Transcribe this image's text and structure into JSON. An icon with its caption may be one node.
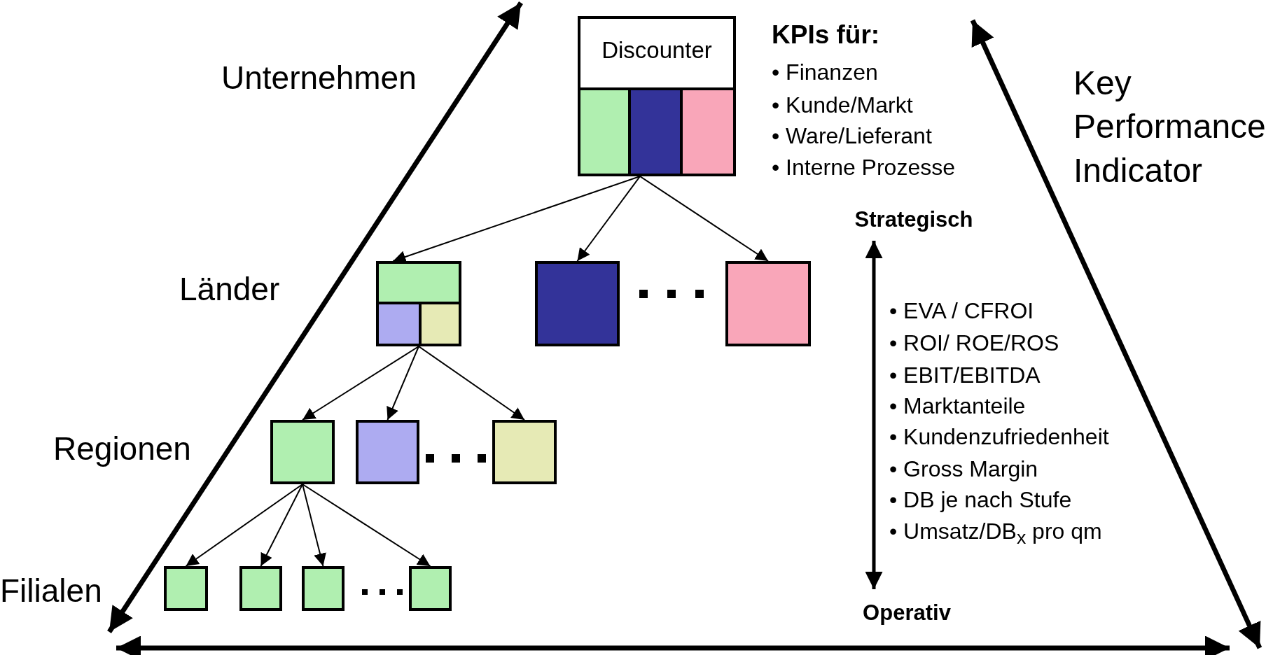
{
  "diagram": {
    "nodes": [
      {
        "text": [
          "Discounter"
        ]
      },
      {
        "text": [],
        "shape": "box",
        "in": 0
      },
      {
        "text": [],
        "shape": "box",
        "in": 0
      },
      {
        "text": [],
        "shape": "box",
        "in": 0
      },
      {
        "text": [],
        "shape": "box"
      },
      {
        "text": [],
        "shape": "box",
        "in": 4
      },
      {
        "text": [],
        "shape": "box",
        "in": 4
      },
      {
        "text": [],
        "shape": "box",
        "in": 4
      },
      {
        "text": [],
        "shape": "box"
      },
      {
        "text": [],
        "shape": "box"
      },
      {
        "text": [],
        "shape": "box"
      },
      {
        "text": [],
        "shape": "box"
      },
      {
        "text": [],
        "shape": "box"
      },
      {
        "text": [],
        "shape": "box"
      },
      {
        "text": [],
        "shape": "box"
      },
      {
        "text": [],
        "shape": "box"
      },
      {
        "text": [],
        "shape": "box"
      },
      {
        "text": [
          "Strategisch"
        ]
      },
      {
        "text": [
          "Operativ"
        ]
      }
    ],
    "edges": [
      {
        "from": 0,
        "to": 4,
        "arrow": "to"
      },
      {
        "from": 0,
        "to": 8,
        "arrow": "to"
      },
      {
        "from": 0,
        "to": 9,
        "arrow": "to"
      },
      {
        "from": 4,
        "to": 10,
        "arrow": "to"
      },
      {
        "from": 4,
        "to": 11,
        "arrow": "to"
      },
      {
        "from": 4,
        "to": 12,
        "arrow": "to"
      },
      {
        "from": 10,
        "to": 13,
        "arrow": "to"
      },
      {
        "from": 10,
        "to": 14,
        "arrow": "to"
      },
      {
        "from": 10,
        "to": 15,
        "arrow": "to"
      },
      {
        "from": 10,
        "to": 16,
        "arrow": "to"
      },
      {
        "from": 17,
        "to": 18,
        "arrow": "both",
        "style": "thick"
      }
    ],
    "labels": [
      "Unternehmen",
      "KPIs für:",
      "• Finanzen",
      "• Kunde/Markt",
      "• Ware/Lieferant",
      "• Interne Prozesse",
      "Key Performance Indicator",
      "Länder",
      "• EVA / CFROI",
      "• ROI/ ROE/ROS",
      "• EBIT/EBITDA",
      "• Marktanteile",
      "• Kundenzufriedenheit",
      "• Gross Margin",
      "• DB je nach Stufe",
      "• Umsatz/DB$_{x}$ pro qm",
      "Regionen",
      "Filialen"
    ]
  }
}
